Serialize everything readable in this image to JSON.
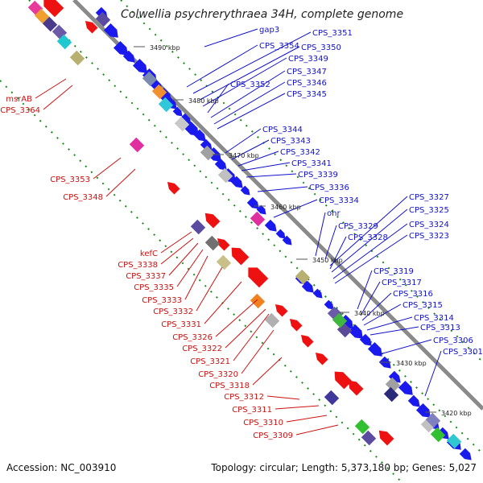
{
  "title": "Colwellia psychrerythraea 34H, complete genome",
  "footer": {
    "accession": "Accession: NC_003910",
    "topology": "Topology: circular; Length: 5,373,180 bp; Genes: 5,027"
  },
  "colors": {
    "forward_gene": "#1a1aee",
    "reverse_gene": "#ee1111",
    "backbone": "#888888",
    "tick_dots": "#1a8a1a",
    "label_blue": "#1111cc",
    "label_red": "#cc1111"
  },
  "scale_ticks": [
    "3490 kbp",
    "3480 kbp",
    "3470 kbp",
    "3460 kbp",
    "3450 kbp",
    "3440 kbp",
    "3430 kbp",
    "3420 kbp"
  ],
  "forward_labels": [
    "gap3",
    "CPS_3354",
    "CPS_3351",
    "CPS_3350",
    "CPS_3349",
    "CPS_3352",
    "CPS_3347",
    "CPS_3346",
    "CPS_3345",
    "CPS_3344",
    "CPS_3343",
    "CPS_3342",
    "CPS_3341",
    "CPS_3339",
    "CPS_3336",
    "CPS_3334",
    "ohr",
    "CPS_3327",
    "CPS_3325",
    "CPS_3329",
    "CPS_3324",
    "CPS_3328",
    "CPS_3323",
    "CPS_3319",
    "CPS_3317",
    "CPS_3316",
    "CPS_3315",
    "CPS_3314",
    "CPS_3313",
    "CPS_3306",
    "CPS_3301"
  ],
  "reverse_labels": [
    "msrAB",
    "CPS_3364",
    "CPS_3353",
    "CPS_3348",
    "kefC",
    "CPS_3338",
    "CPS_3337",
    "CPS_3335",
    "CPS_3333",
    "CPS_3332",
    "CPS_3331",
    "CPS_3326",
    "CPS_3322",
    "CPS_3321",
    "CPS_3320",
    "CPS_3318",
    "CPS_3312",
    "CPS_3311",
    "CPS_3310",
    "CPS_3309"
  ]
}
